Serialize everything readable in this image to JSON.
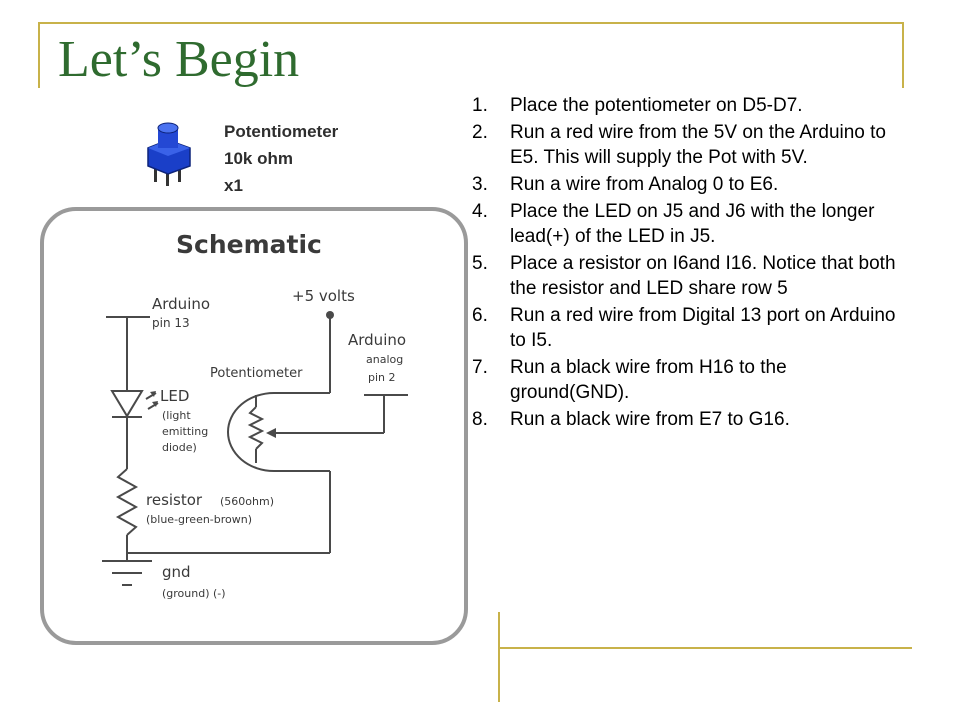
{
  "slide": {
    "title": "Let’s Begin",
    "accent_color": "#c8b24a",
    "title_color": "#2f6b2f"
  },
  "component": {
    "name": "Potentiometer",
    "value": "10k ohm",
    "quantity": "x1",
    "icon": "potentiometer-icon"
  },
  "schematic": {
    "heading": "Schematic",
    "arduino_label": "Arduino",
    "arduino_pin": "pin 13",
    "volts_label": "+5 volts",
    "arduino2_label": "Arduino",
    "analog_label": "analog",
    "analog_pin": "pin 2",
    "pot_label": "Potentiometer",
    "led_label": "LED",
    "led_desc_1": "(light",
    "led_desc_2": "emitting",
    "led_desc_3": "diode)",
    "resistor_label": "resistor",
    "resistor_value": "(560ohm)",
    "resistor_colors": "(blue-green-brown)",
    "gnd_label": "gnd",
    "gnd_desc": "(ground) (-)"
  },
  "steps": [
    {
      "num": "1.",
      "text": "Place the potentiometer on D5-D7."
    },
    {
      "num": "2.",
      "text": "Run a red wire from the 5V on the Arduino to E5. This will supply the Pot with 5V."
    },
    {
      "num": "3.",
      "text": "Run a wire from Analog 0 to E6."
    },
    {
      "num": "4.",
      "text": "Place the LED on J5 and J6 with the longer lead(+) of the LED in J5."
    },
    {
      "num": "5.",
      "text": "Place a resistor on I6and I16. Notice that both the resistor and LED share row 5"
    },
    {
      "num": "6.",
      "text": "Run a red wire from Digital 13 port on Arduino to I5."
    },
    {
      "num": "7.",
      "text": "Run a black wire from H16 to the ground(GND)."
    },
    {
      "num": "8.",
      "text": "Run a black wire from E7 to G16."
    }
  ]
}
